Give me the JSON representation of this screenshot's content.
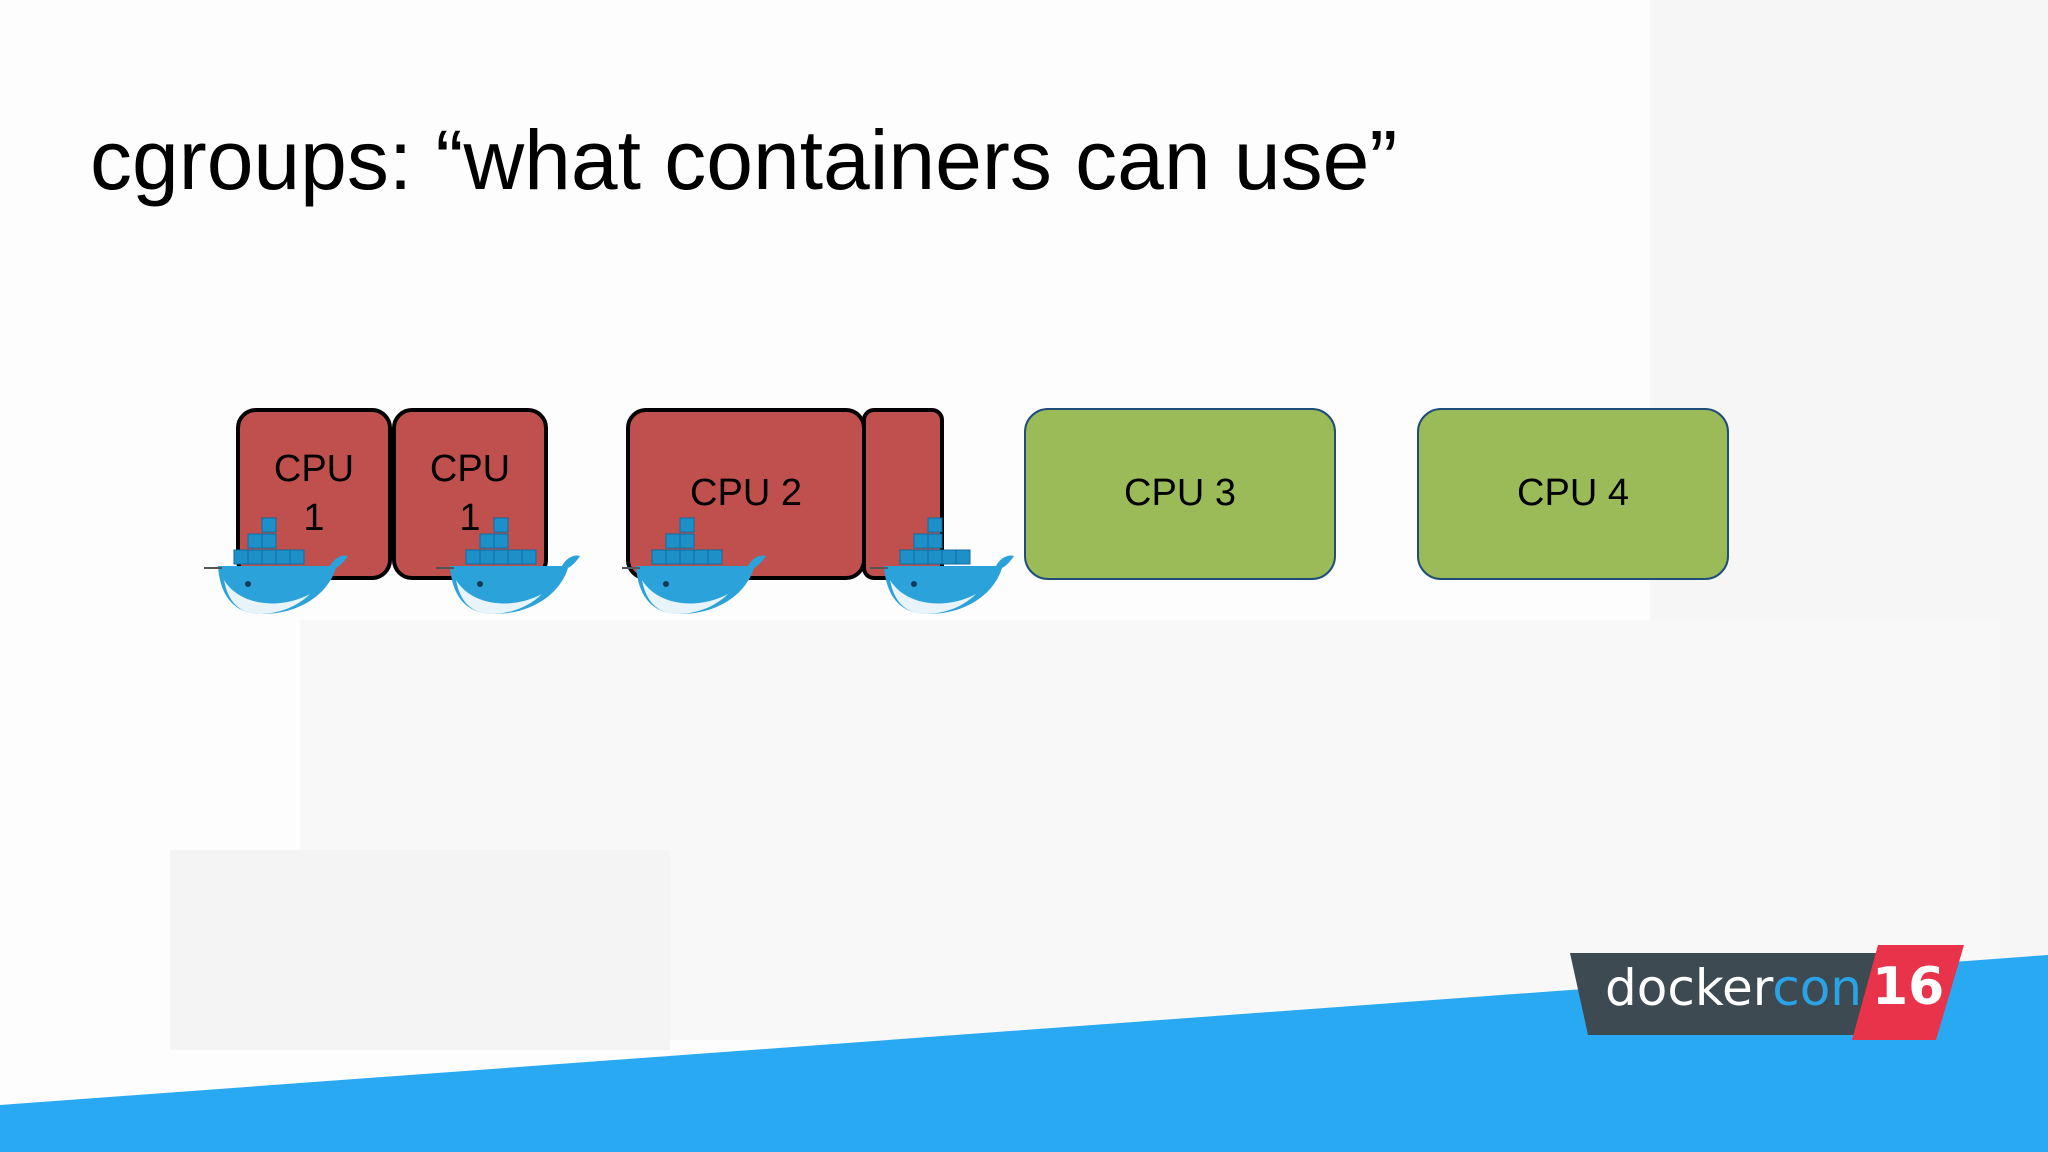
{
  "slide": {
    "title": "cgroups: “what containers can use”"
  },
  "cpus": [
    {
      "label": "CPU 1",
      "state": "busy"
    },
    {
      "label": "CPU 1",
      "state": "busy"
    },
    {
      "label": "CPU 2",
      "state": "busy"
    },
    {
      "label": "",
      "state": "busy"
    },
    {
      "label": "CPU 3",
      "state": "free"
    },
    {
      "label": "CPU 4",
      "state": "free"
    }
  ],
  "containers": [
    {
      "icon": "docker-whale-icon"
    },
    {
      "icon": "docker-whale-icon"
    },
    {
      "icon": "docker-whale-icon"
    },
    {
      "icon": "docker-whale-icon"
    }
  ],
  "branding": {
    "logo_part1": "docker",
    "logo_part2": "con",
    "logo_number": "16"
  },
  "colors": {
    "busy": "#c0504d",
    "free": "#9bbb59",
    "accent_blue": "#29a9f2",
    "logo_dark": "#3d4a52",
    "logo_red": "#e8334a"
  }
}
